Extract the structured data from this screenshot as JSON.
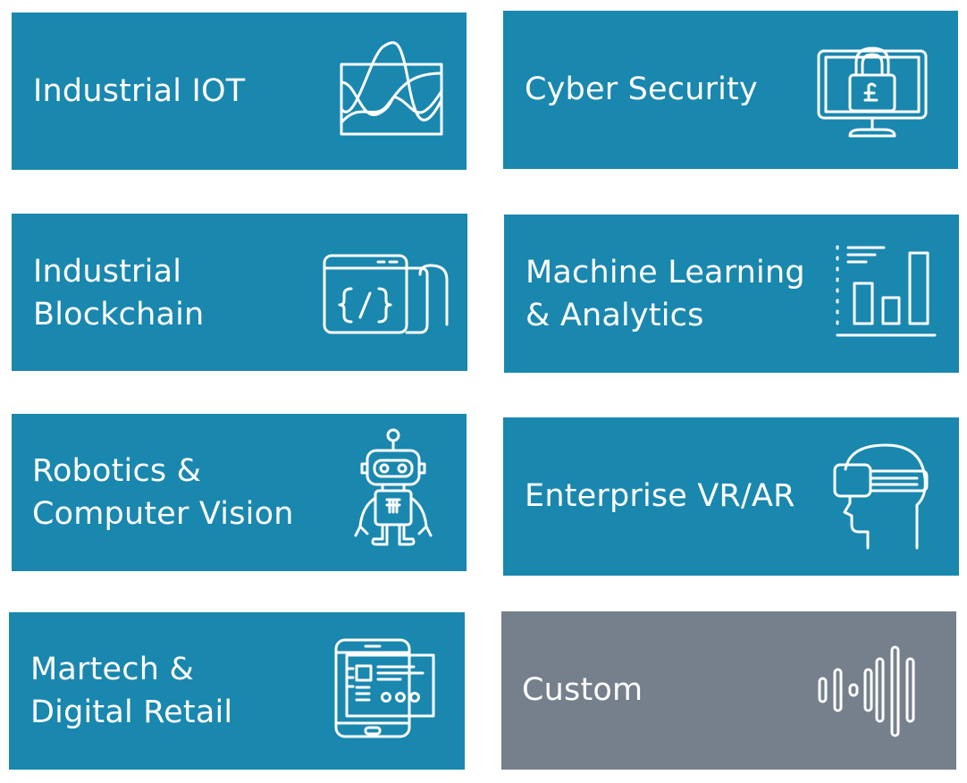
{
  "tiles": [
    {
      "label": "Industrial IOT",
      "icon": "wave-chart-icon"
    },
    {
      "label": "Cyber Security",
      "icon": "monitor-lock-icon"
    },
    {
      "label": "Industrial\nBlockchain",
      "icon": "code-scroll-icon"
    },
    {
      "label": "Machine Learning\n& Analytics",
      "icon": "bar-chart-icon"
    },
    {
      "label": "Robotics &\nComputer Vision",
      "icon": "robot-icon"
    },
    {
      "label": "Enterprise VR/AR",
      "icon": "vr-headset-icon"
    },
    {
      "label": "Martech &\nDigital Retail",
      "icon": "tablet-card-icon"
    },
    {
      "label": "Custom",
      "icon": "sound-wave-icon"
    }
  ],
  "colors": {
    "tile_blue": "#1a87af",
    "tile_gray": "#75808c",
    "text": "#ffffff"
  }
}
